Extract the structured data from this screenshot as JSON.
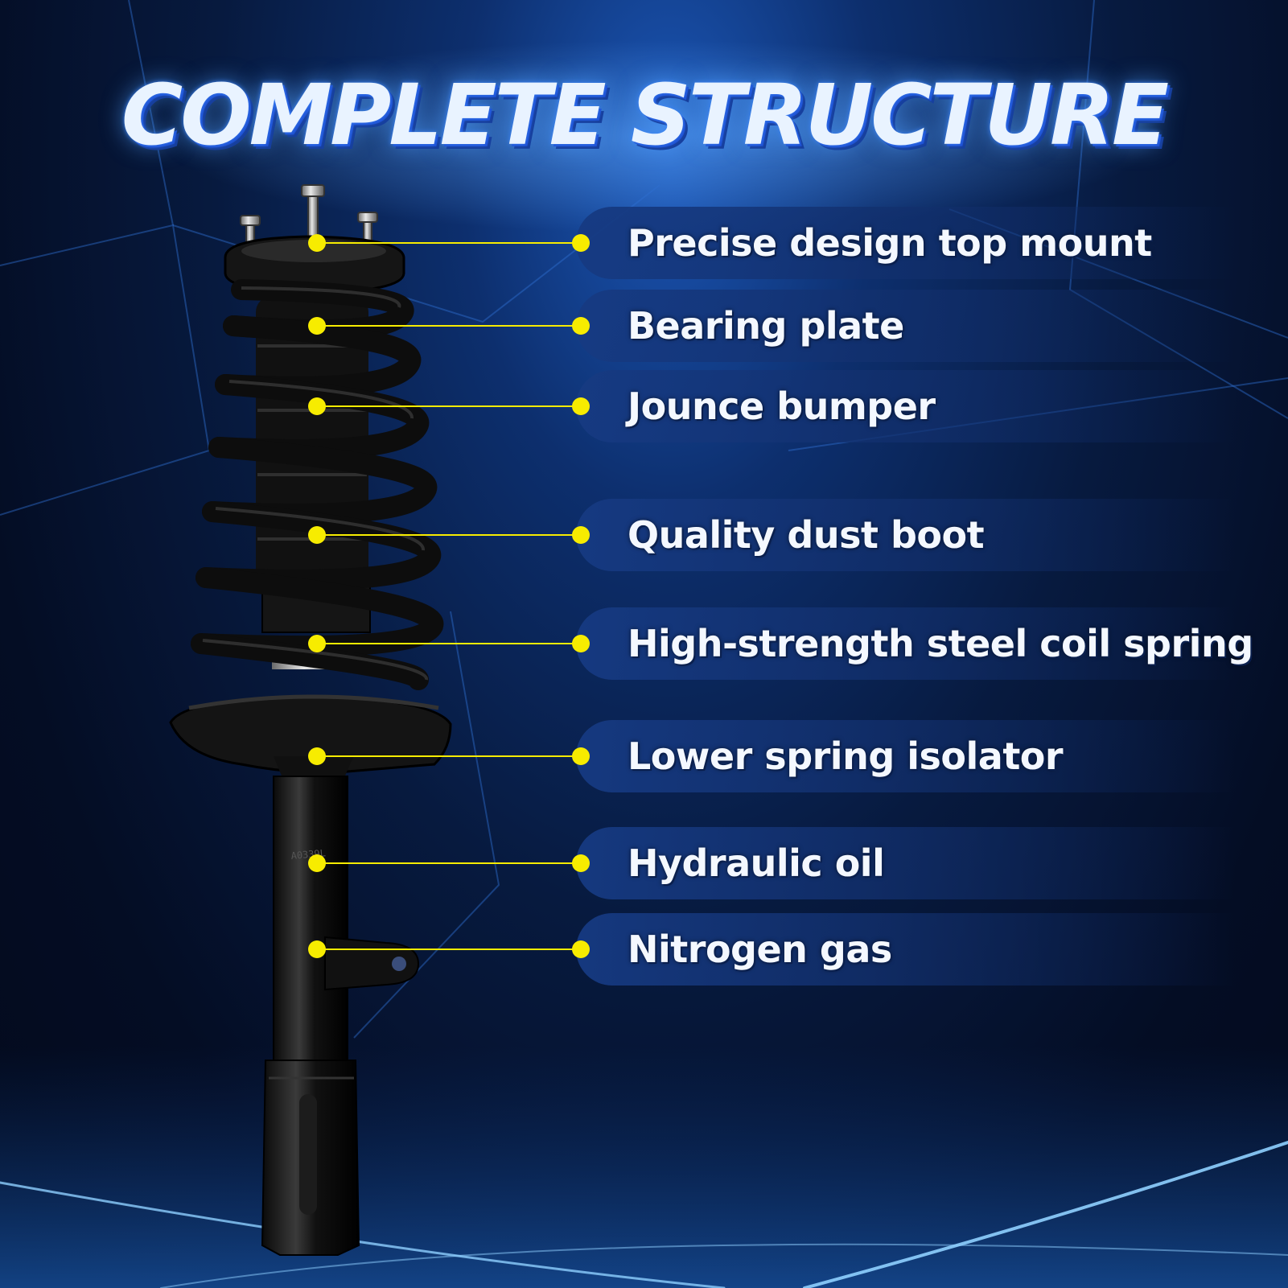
{
  "title": "COMPLETE STRUCTURE",
  "colors": {
    "accent": "#f7ec00",
    "background": "#071a3f",
    "title": "#e9f3ff"
  },
  "features": [
    {
      "label": "Precise design top mount"
    },
    {
      "label": "Bearing plate"
    },
    {
      "label": "Jounce bumper"
    },
    {
      "label": "Quality dust boot"
    },
    {
      "label": "High-strength steel coil spring"
    },
    {
      "label": "Lower spring isolator"
    },
    {
      "label": "Hydraulic oil"
    },
    {
      "label": "Nitrogen gas"
    }
  ]
}
